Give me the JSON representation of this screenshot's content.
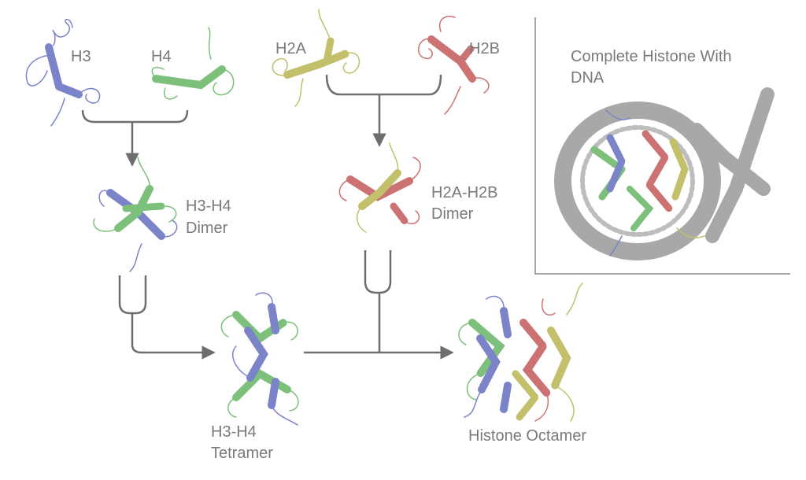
{
  "labels": {
    "h3": "H3",
    "h4": "H4",
    "h2a": "H2A",
    "h2b": "H2B",
    "h3h4_dimer_l1": "H3-H4",
    "h3h4_dimer_l2": "Dimer",
    "h2ah2b_dimer_l1": "H2A-H2B",
    "h2ah2b_dimer_l2": "Dimer",
    "tetramer_l1": "H3-H4",
    "tetramer_l2": "Tetramer",
    "octamer": "Histone Octamer",
    "complete_l1": "Complete Histone With",
    "complete_l2": "DNA"
  },
  "colors": {
    "h3": "#7b83c9",
    "h4": "#7cc07c",
    "h2a": "#c2c06a",
    "h2b": "#cc7272",
    "arrow": "#6e6e6e",
    "dna": "#a8a8a8",
    "text": "#7a7a7a",
    "frame": "#8a8a8a"
  }
}
